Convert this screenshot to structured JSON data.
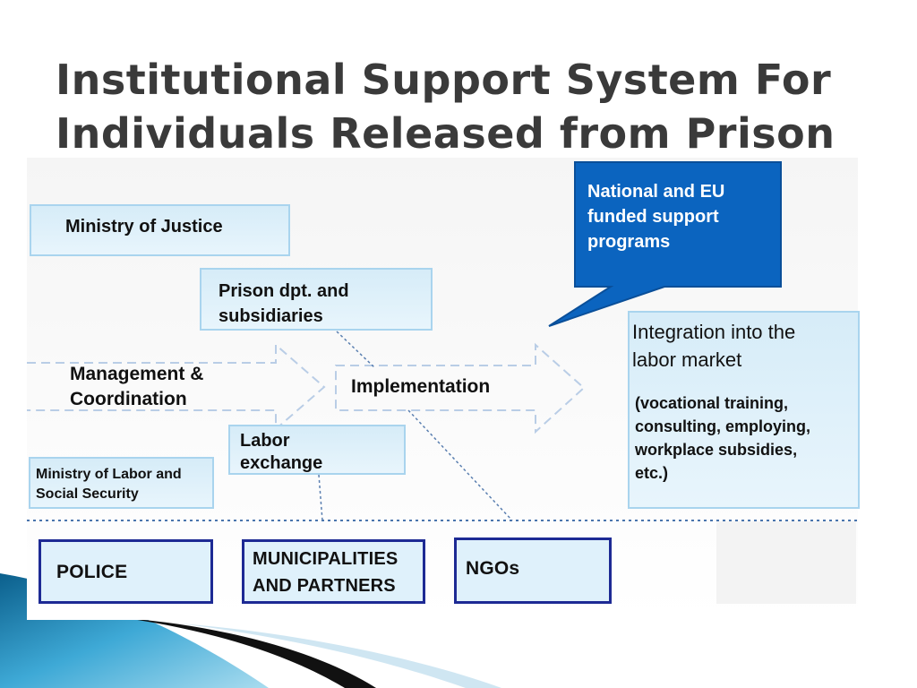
{
  "title": {
    "line1": "Institutional Support System For",
    "line2": "Individuals Released from Prison"
  },
  "diagram": {
    "ministry_justice": "Ministry of Justice",
    "prison_dpt": [
      "Prison dpt. and",
      "subsidiaries"
    ],
    "management": [
      "Management &",
      "Coordination"
    ],
    "implementation": "Implementation",
    "labor_exchange": [
      "Labor",
      "exchange"
    ],
    "ministry_labor": [
      "Ministry of Labor and",
      "Social Security"
    ],
    "callout": [
      "National and EU",
      "funded support",
      "programs"
    ],
    "integration_title": [
      "Integration into the",
      "labor market"
    ],
    "integration_detail": [
      "(vocational training,",
      "consulting, employing,",
      "workplace subsidies,",
      "etc.)"
    ],
    "police": "POLICE",
    "municipalities": [
      "MUNICIPALITIES",
      "AND PARTNERS"
    ],
    "ngos": "NGOs"
  },
  "colors": {
    "callout_fill": "#0b64bf",
    "box_fill": "#dff1fb",
    "navy_border": "#1d2a94",
    "dashed_line": "#6a8cb8",
    "deco_teal": "#2a8fbd"
  }
}
